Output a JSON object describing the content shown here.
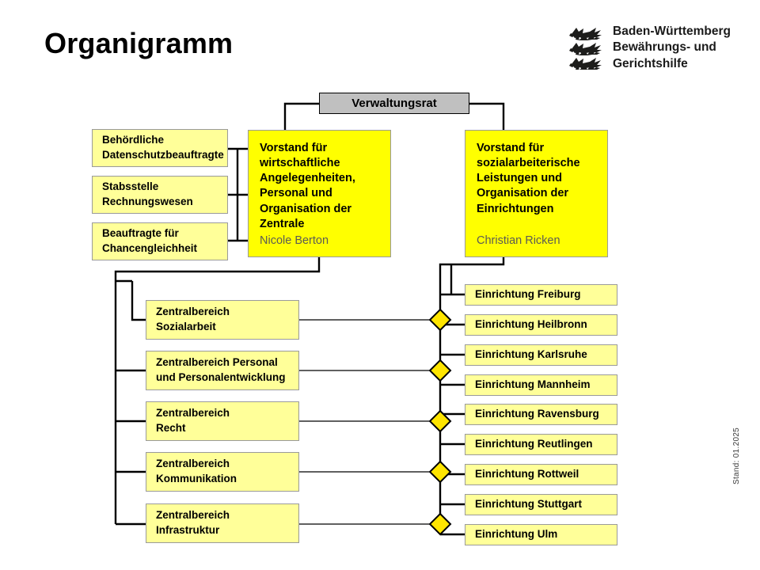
{
  "page": {
    "title": "Organigramm",
    "stand": "Stand: 01.2025"
  },
  "logo": {
    "icon": "baden-wuerttemberg-three-lions-crest",
    "line1": "Baden-Württemberg",
    "line2": "Bewährungs- und",
    "line3": "Gerichtshilfe"
  },
  "colors": {
    "board_yellow": "#FFFF00",
    "light_yellow": "#FFFF99",
    "council_gray": "#C0C0C0",
    "connector_black": "#000000",
    "diamond_yellow": "#FFE500",
    "box_border_gray": "#9A9A9A",
    "person_text_gray": "#5B5B55"
  },
  "council": {
    "label": "Verwaltungsrat"
  },
  "staff_units": [
    {
      "label": "Behördliche\nDatenschutzbeauftragte"
    },
    {
      "label": "Stabsstelle\nRechnungswesen"
    },
    {
      "label": "Beauftragte für\nChancengleichheit"
    }
  ],
  "boards": [
    {
      "title": "Vorstand für wirtschaftliche Angelegenheiten, Personal und Organisation der Zentrale",
      "person": "Nicole Berton"
    },
    {
      "title": "Vorstand für sozialarbeiterische Leistungen und Organisation der Einrichtungen",
      "person": "Christian Ricken"
    }
  ],
  "central_areas": [
    {
      "label": "Zentralbereich\nSozialarbeit"
    },
    {
      "label": "Zentralbereich Personal\nund Personalentwicklung"
    },
    {
      "label": "Zentralbereich\nRecht"
    },
    {
      "label": "Zentralbereich\nKommunikation"
    },
    {
      "label": "Zentralbereich\nInfrastruktur"
    }
  ],
  "facilities": [
    {
      "label": "Einrichtung Freiburg"
    },
    {
      "label": "Einrichtung Heilbronn"
    },
    {
      "label": "Einrichtung Karlsruhe"
    },
    {
      "label": "Einrichtung Mannheim"
    },
    {
      "label": "Einrichtung Ravensburg"
    },
    {
      "label": "Einrichtung Reutlingen"
    },
    {
      "label": "Einrichtung Rottweil"
    },
    {
      "label": "Einrichtung Stuttgart"
    },
    {
      "label": "Einrichtung Ulm"
    }
  ]
}
